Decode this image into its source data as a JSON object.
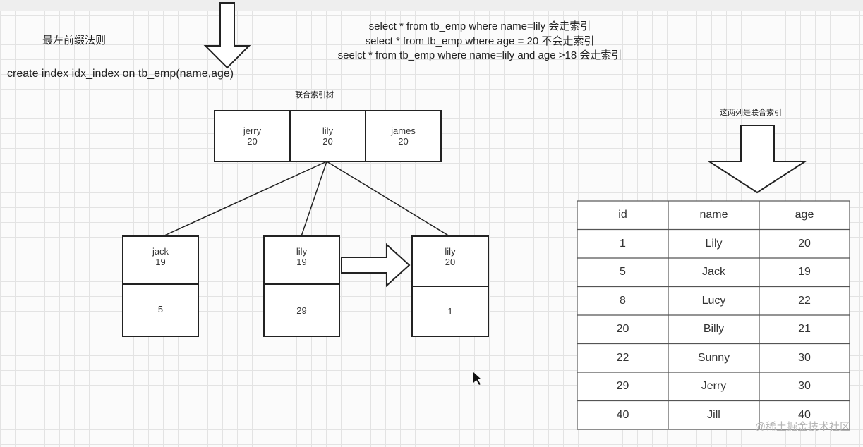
{
  "annotations": {
    "title": "最左前缀法则",
    "create_index": "create index idx_index on tb_emp(name,age)",
    "queries": [
      "select * from tb_emp where name=lily 会走索引",
      "select * from tb_emp where age = 20 不会走索引",
      "seelct * from tb_emp where name=lily and age >18 会走索引"
    ],
    "tree_label": "联合索引树",
    "table_label": "这两列是联合索引",
    "watermark": "@稀土掘金技术社区"
  },
  "tree": {
    "root": [
      {
        "name": "jerry",
        "age": "20"
      },
      {
        "name": "lily",
        "age": "20"
      },
      {
        "name": "james",
        "age": "20"
      }
    ],
    "leaves": [
      {
        "name": "jack",
        "age": "19",
        "id": "5"
      },
      {
        "name": "lily",
        "age": "19",
        "id": "29"
      },
      {
        "name": "lily",
        "age": "20",
        "id": "1"
      }
    ]
  },
  "table": {
    "headers": [
      "id",
      "name",
      "age"
    ],
    "rows": [
      [
        "1",
        "Lily",
        "20"
      ],
      [
        "5",
        "Jack",
        "19"
      ],
      [
        "8",
        "Lucy",
        "22"
      ],
      [
        "20",
        "Billy",
        "21"
      ],
      [
        "22",
        "Sunny",
        "30"
      ],
      [
        "29",
        "Jerry",
        "30"
      ],
      [
        "40",
        "Jill",
        "40"
      ]
    ]
  }
}
